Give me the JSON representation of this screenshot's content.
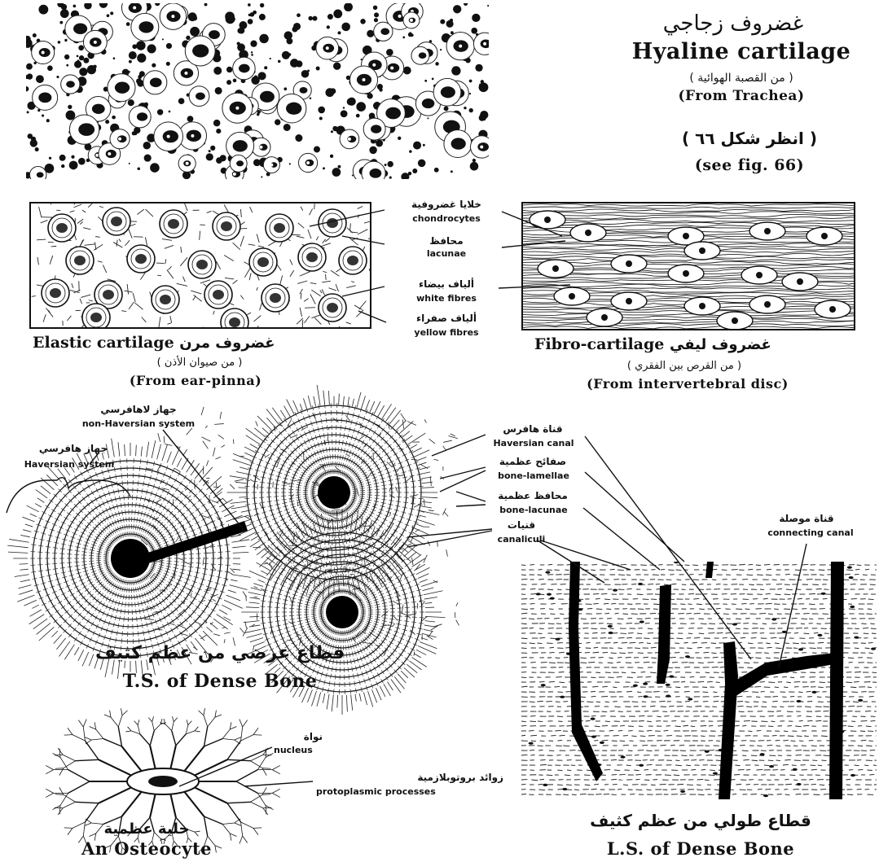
{
  "hyaline": {
    "title_ar": "غضروف زجاجي",
    "title_en": "Hyaline cartilage",
    "source_ar": "( من القصبة الهوائية )",
    "source_en": "(From Trachea)",
    "see_ar": "( انظر شكل ٦٦ )",
    "see_en": "(see fig. 66)"
  },
  "cartilage_labels": {
    "chondrocytes_ar": "خلايا غضروفية",
    "chondrocytes_en": "chondrocytes",
    "lacunae_ar": "محافظ",
    "lacunae_en": "lacunae",
    "white_ar": "ألياف بيضاء",
    "white_en": "white fibres",
    "yellow_ar": "ألياف صفراء",
    "yellow_en": "yellow fibres"
  },
  "elastic": {
    "title_en": "Elastic cartilage",
    "title_ar": "غضروف مرن",
    "source_ar": "( من صيوان الأذن )",
    "source_en": "(From ear-pinna)"
  },
  "fibro": {
    "title_en": "Fibro-cartilage",
    "title_ar": "غضروف ليفي",
    "source_ar": "( من القرص بين الفقري )",
    "source_en": "(From intervertebral disc)"
  },
  "ts_labels": {
    "non_haversian_ar": "جهاز لاهافرسي",
    "non_haversian_en": "non-Haversian system",
    "haversian_ar": "جهاز هافرسي",
    "haversian_en": "Haversian system"
  },
  "bone_labels": {
    "haversian_canal_ar": "قناة هافرس",
    "haversian_canal_en": "Haversian canal",
    "lamellae_ar": "صفائح عظمية",
    "lamellae_en": "bone-lamellae",
    "lacunae_ar": "محافظ عظمية",
    "lacunae_en": "bone-lacunae",
    "canaliculi_ar": "قنيات",
    "canaliculi_en": "canaliculi",
    "connecting_ar": "قناة موصلة",
    "connecting_en": "connecting canal"
  },
  "ts": {
    "title_ar": "قطاع عرضي من عظم كثيف",
    "title_en": "T.S. of Dense Bone"
  },
  "osteocyte": {
    "nucleus_ar": "نواة",
    "nucleus_en": "nucleus",
    "processes_ar": "زوائد بروتوبلازمية",
    "processes_en": "protoplasmic processes",
    "title_ar": "خلية عظمية",
    "title_en": "An Osteocyte"
  },
  "ls": {
    "title_ar": "قطاع طولي من عظم كثيف",
    "title_en": "L.S. of Dense Bone"
  }
}
